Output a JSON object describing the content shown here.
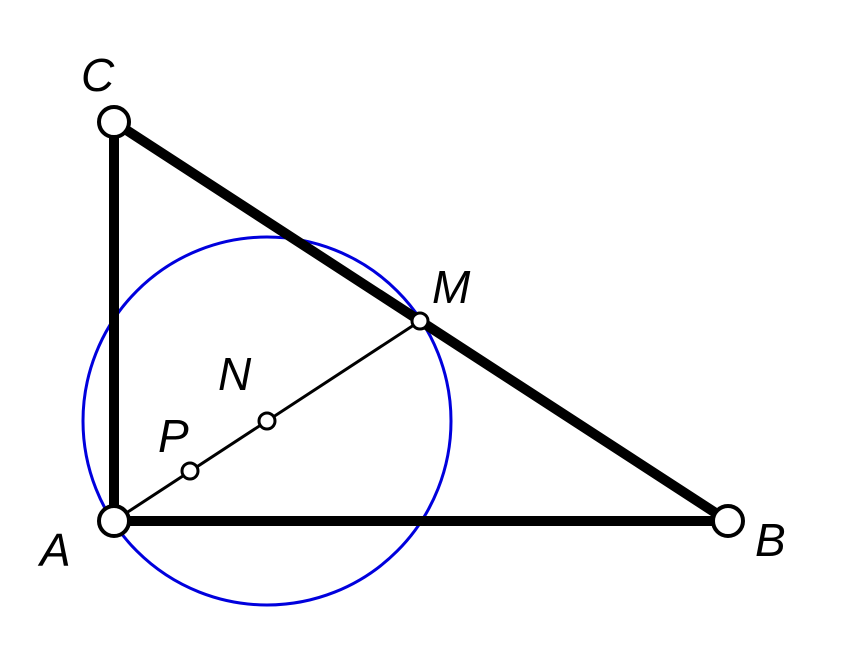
{
  "points": {
    "A": {
      "label": "A"
    },
    "B": {
      "label": "B"
    },
    "C": {
      "label": "C"
    },
    "M": {
      "label": "M"
    },
    "N": {
      "label": "N"
    },
    "P": {
      "label": "P"
    }
  },
  "colors": {
    "triangle": "#000000",
    "median": "#000000",
    "circle": "#0000dd",
    "background": "#ffffff"
  }
}
